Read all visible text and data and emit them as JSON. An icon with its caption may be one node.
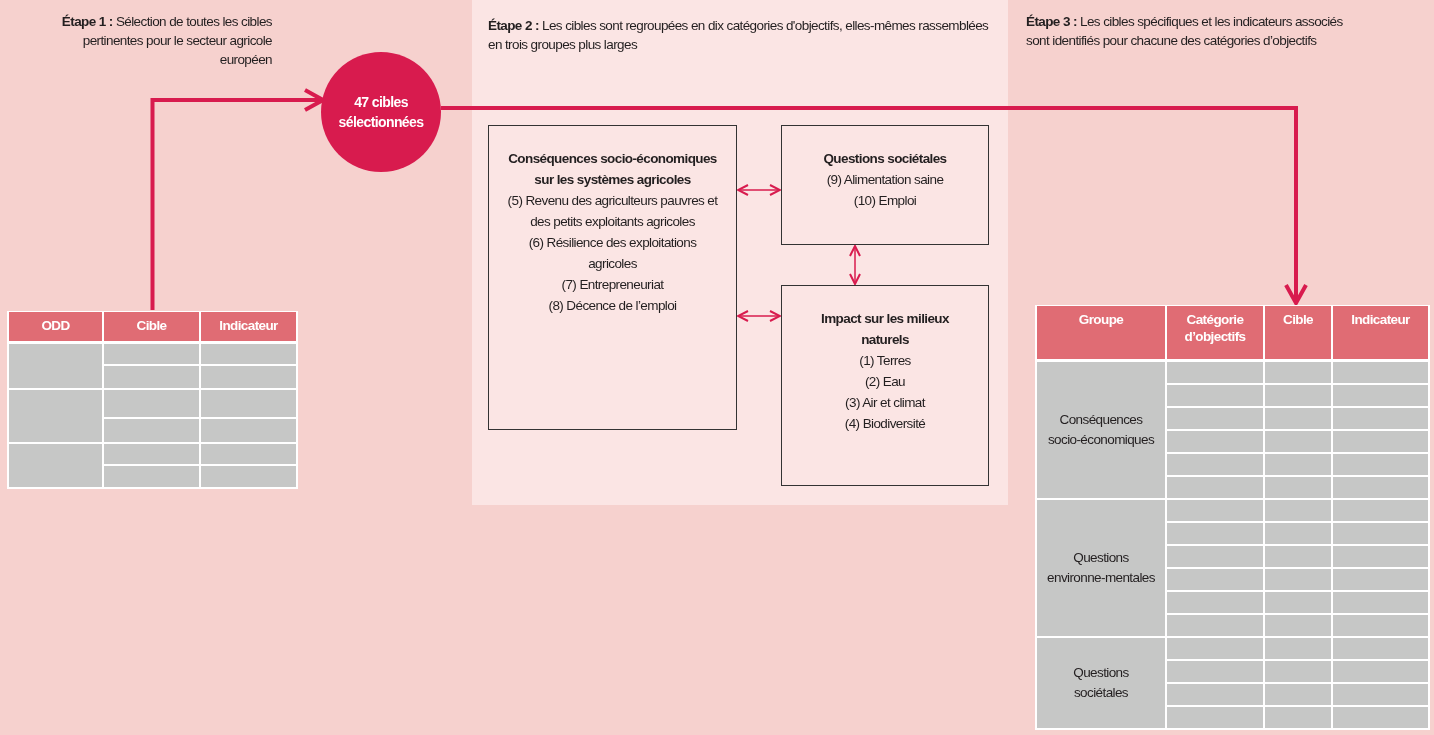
{
  "diagram": {
    "nodes": [
      {
        "text": [
          "ODD",
          "Cible",
          "Indicateur"
        ]
      },
      {
        "text": [
          "47 cibles sélectionnées"
        ]
      },
      {
        "text": [
          "**Étape 2 :** Les cibles sont regroupées en dix catégories d'objectifs, elles-mêmes rassemblées en trois groupes plus larges"
        ]
      },
      {
        "text": [
          "Conséquences socio-économiques sur les systèmes agricoles",
          "(5) Revenu des agriculteurs pauvres et des petits exploitants agricoles",
          "(6) Résilience des exploitations agricoles",
          "(7) Entrepreneuriat",
          "(8) Décence de l’emploi"
        ],
        "in": 2
      },
      {
        "text": [
          "Questions sociétales",
          "(9) Alimentation saine",
          "(10) Emploi"
        ],
        "in": 2
      },
      {
        "text": [
          "Impact sur les milieux naturels",
          "(1) Terres",
          "(2) Eau",
          "(3) Air et climat",
          "(4) Biodiversité"
        ],
        "in": 2
      },
      {
        "text": [
          "Groupe",
          "Catégorie d’objectifs",
          "Cible",
          "Indicateur",
          "Conséquences socio-économiques",
          "Questions environne-mentales",
          "Questions sociétales"
        ]
      }
    ],
    "edges": [
      {
        "from": 0,
        "to": 1,
        "arrow": "to",
        "style": "thick"
      },
      {
        "from": 1,
        "to": 6,
        "arrow": "to",
        "style": "thick"
      },
      {
        "from": 3,
        "to": 4,
        "arrow": "both"
      },
      {
        "from": 3,
        "to": 5,
        "arrow": "both"
      },
      {
        "from": 4,
        "to": 5,
        "arrow": "both"
      }
    ],
    "labels": [
      "**Étape 1 :** Sélection de toutes les cibles pertinentes pour le secteur agricole européen",
      "**Étape 3 :** Les cibles spécifiques et les indicateurs associés sont identifiés pour chacune des catégories d’objectifs"
    ]
  }
}
